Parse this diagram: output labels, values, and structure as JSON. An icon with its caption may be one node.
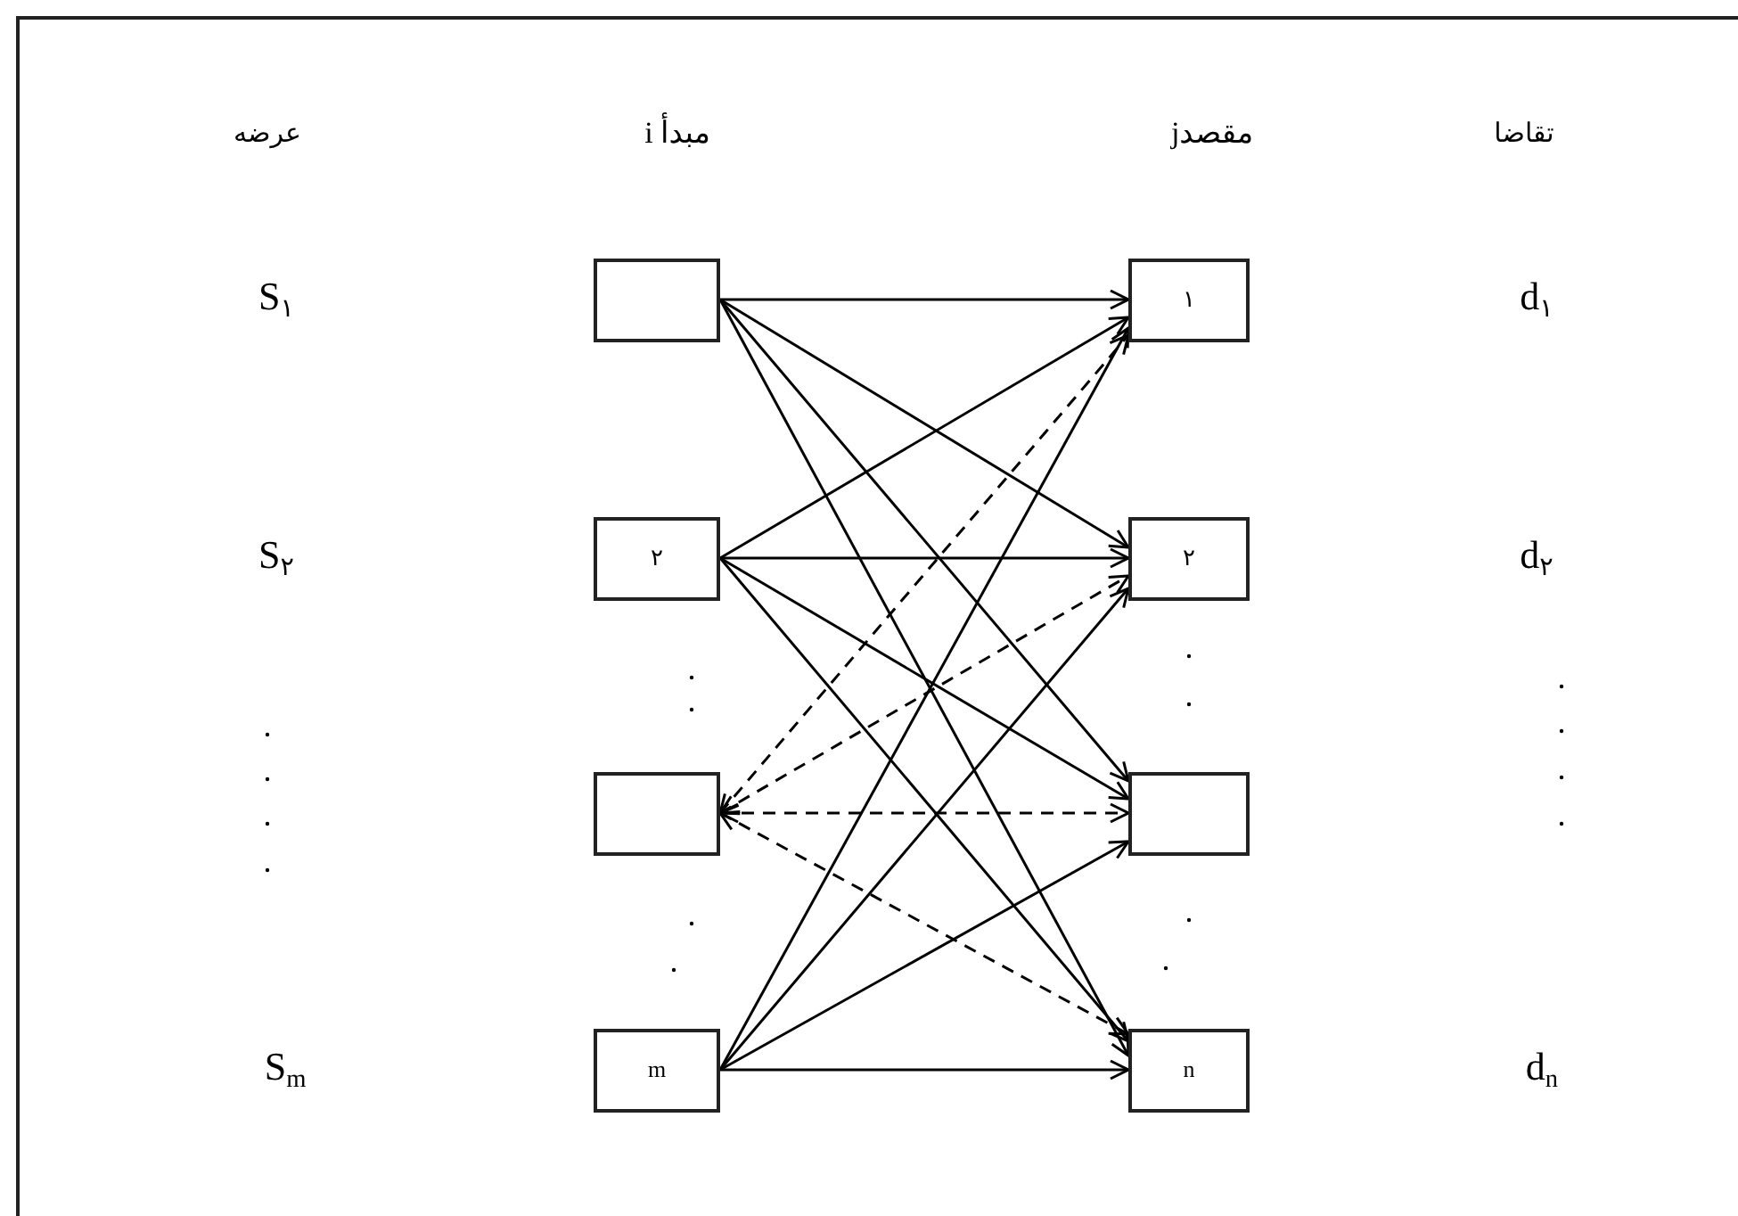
{
  "diagram": {
    "nodes": [
      {
        "text": [],
        "shape": "box"
      },
      {
        "text": [
          "۲"
        ]
      },
      {
        "text": [],
        "shape": "box"
      },
      {
        "text": [
          "m"
        ]
      },
      {
        "text": [
          "۱"
        ]
      },
      {
        "text": [
          "۲"
        ]
      },
      {
        "text": [],
        "shape": "box"
      },
      {
        "text": [
          "n"
        ]
      }
    ],
    "edges": [
      {
        "from": 0,
        "to": 4,
        "arrow": "to"
      },
      {
        "from": 0,
        "to": 5,
        "arrow": "to"
      },
      {
        "from": 0,
        "to": 6,
        "arrow": "to"
      },
      {
        "from": 0,
        "to": 7,
        "arrow": "to"
      },
      {
        "from": 1,
        "to": 4,
        "arrow": "to"
      },
      {
        "from": 1,
        "to": 5,
        "arrow": "to"
      },
      {
        "from": 1,
        "to": 6,
        "arrow": "to"
      },
      {
        "from": 1,
        "to": 7,
        "arrow": "to"
      },
      {
        "from": 2,
        "to": 4,
        "arrow": "both",
        "style": "dashed"
      },
      {
        "from": 2,
        "to": 5,
        "arrow": "both",
        "style": "dashed"
      },
      {
        "from": 2,
        "to": 6,
        "arrow": "both",
        "style": "dashed"
      },
      {
        "from": 2,
        "to": 7,
        "arrow": "both",
        "style": "dashed"
      },
      {
        "from": 3,
        "to": 4,
        "arrow": "to"
      },
      {
        "from": 3,
        "to": 5,
        "arrow": "to"
      },
      {
        "from": 3,
        "to": 6,
        "arrow": "to"
      },
      {
        "from": 3,
        "to": 7,
        "arrow": "to"
      }
    ],
    "labels": [
      "عرضه",
      "i مبدأ",
      "jمقصد",
      "تقاضا",
      "S$_{۱}$",
      "d$_{۱}$",
      "S$_{۲}$",
      "d$_{۲}$",
      "S$_{m}$",
      "d$_{n}$"
    ]
  }
}
